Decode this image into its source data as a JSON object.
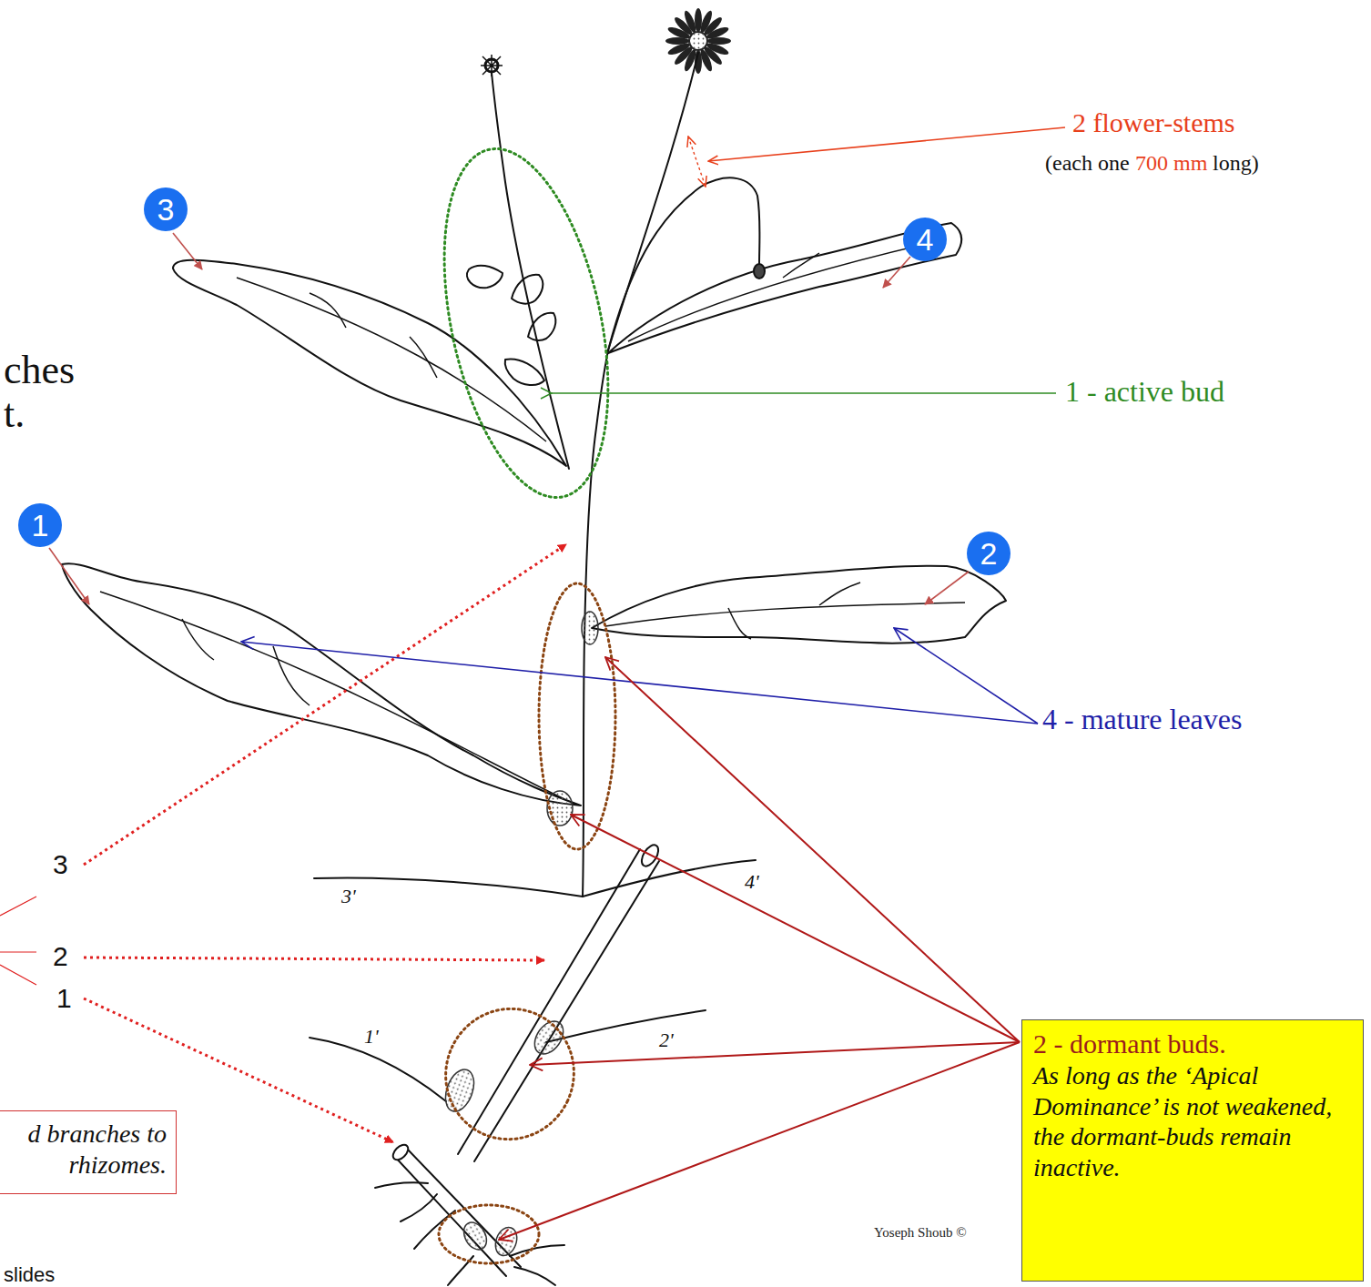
{
  "diagram": {
    "nodes": [
      {
        "text": [
          "3"
        ]
      },
      {
        "text": [
          "4"
        ]
      },
      {
        "text": [
          "1"
        ]
      },
      {
        "text": [
          "2"
        ]
      },
      {
        "text": [
          "2 - dormant buds.",
          "As long as the ‘Apical Dominance’ is not weakened, the dormant-buds remain inactive."
        ]
      },
      {
        "text": [
          "d branches to rhizomes."
        ]
      }
    ],
    "labels": [
      "ches",
      "t.",
      "2 flower-stems",
      "(each one",
      "700 mm",
      "long)",
      "1 - active bud",
      "4 - mature leaves",
      "3",
      "2",
      "1",
      "3'",
      "4'",
      "1'",
      "2'",
      "Yoseph Shoub ©",
      "slides"
    ]
  }
}
